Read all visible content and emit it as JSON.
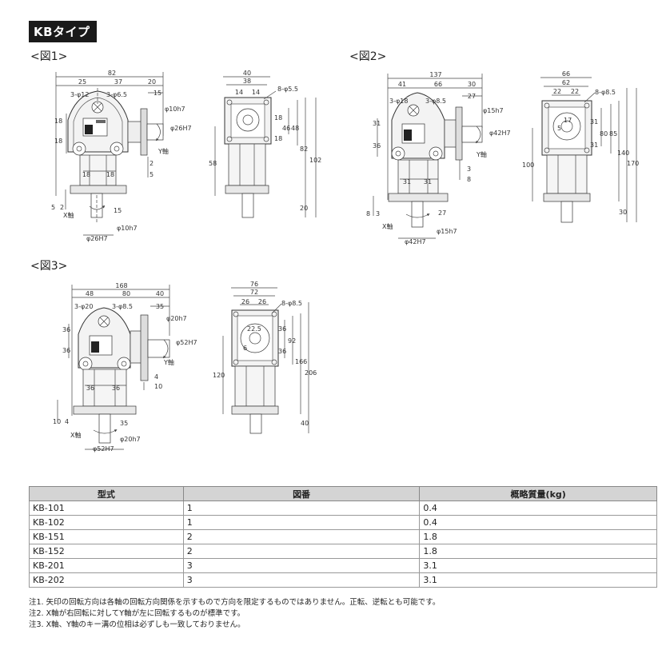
{
  "title": "KBタイプ",
  "figures": {
    "fig1": "<図1>",
    "fig2": "<図2>",
    "fig3": "<図3>"
  },
  "dims": {
    "f1": {
      "total": "82",
      "a": "25",
      "b": "37",
      "c": "20",
      "d": "15",
      "holes1": "3-φ12",
      "holes2": "3-φ6.5",
      "h18a": "18",
      "h18b": "18",
      "bot18a": "18",
      "bot18b": "18",
      "y2": "2",
      "y5": "5",
      "x5": "5",
      "x2": "2",
      "x15": "15",
      "phi10a": "φ10h7",
      "phi26a": "φ26H7",
      "phi10b": "φ10h7",
      "phi26b": "φ26H7",
      "yaxis": "Y軸",
      "xaxis": "X軸",
      "s40": "40",
      "s38": "38",
      "s14a": "14",
      "s14b": "14",
      "s8": "8-φ5.5",
      "s18a": "18",
      "s18b": "18",
      "s46": "46",
      "s48": "48",
      "s82": "82",
      "s102": "102",
      "s58": "58",
      "s20": "20"
    },
    "f2": {
      "total": "137",
      "a": "41",
      "b": "66",
      "c": "30",
      "d": "27",
      "holes1": "3-φ18",
      "holes2": "3-φ8.5",
      "h31": "31",
      "h36": "36",
      "bot31a": "31",
      "bot31b": "31",
      "y3": "3",
      "y8": "8",
      "x8": "8",
      "x3": "3",
      "x27": "27",
      "phi15a": "φ15h7",
      "phi42a": "φ42H7",
      "phi15b": "φ15h7",
      "phi42b": "φ42H7",
      "yaxis": "Y軸",
      "xaxis": "X軸",
      "s66": "66",
      "s62": "62",
      "s22a": "22",
      "s22b": "22",
      "s8": "8-φ8.5",
      "s17": "17",
      "s5": "5",
      "s31a": "31",
      "s31b": "31",
      "s80": "80",
      "s85": "85",
      "s140": "140",
      "s170": "170",
      "s100": "100",
      "s30": "30"
    },
    "f3": {
      "total": "168",
      "a": "48",
      "b": "80",
      "c": "40",
      "d": "35",
      "holes1": "3-φ20",
      "holes2": "3-φ8.5",
      "h36a": "36",
      "h36b": "36",
      "bot36a": "36",
      "bot36b": "36",
      "y4": "4",
      "y10": "10",
      "x10": "10",
      "x4": "4",
      "x35": "35",
      "phi20a": "φ20h7",
      "phi52a": "φ52H7",
      "phi20b": "φ20h7",
      "phi52b": "φ52H7",
      "yaxis": "Y軸",
      "xaxis": "X軸",
      "s76": "76",
      "s72": "72",
      "s26a": "26",
      "s26b": "26",
      "s8": "8-φ8.5",
      "s225": "22.5",
      "s6": "6",
      "s36a": "36",
      "s36b": "36",
      "s92": "92",
      "s166": "166",
      "s206": "206",
      "s120": "120",
      "s40": "40"
    }
  },
  "table": {
    "headers": [
      "型式",
      "図番",
      "概略質量(kg)"
    ],
    "rows": [
      [
        "KB-101",
        "1",
        "0.4"
      ],
      [
        "KB-102",
        "1",
        "0.4"
      ],
      [
        "KB-151",
        "2",
        "1.8"
      ],
      [
        "KB-152",
        "2",
        "1.8"
      ],
      [
        "KB-201",
        "3",
        "3.1"
      ],
      [
        "KB-202",
        "3",
        "3.1"
      ]
    ]
  },
  "notes": [
    "注1. 矢印の回転方向は各軸の回転方向関係を示すもので方向を限定するものではありません。正転、逆転とも可能です。",
    "注2. X軸が右回転に対してY軸が左に回転するものが標準です。",
    "注3. X軸、Y軸のキー溝の位相は必ずしも一致しておりません。"
  ]
}
